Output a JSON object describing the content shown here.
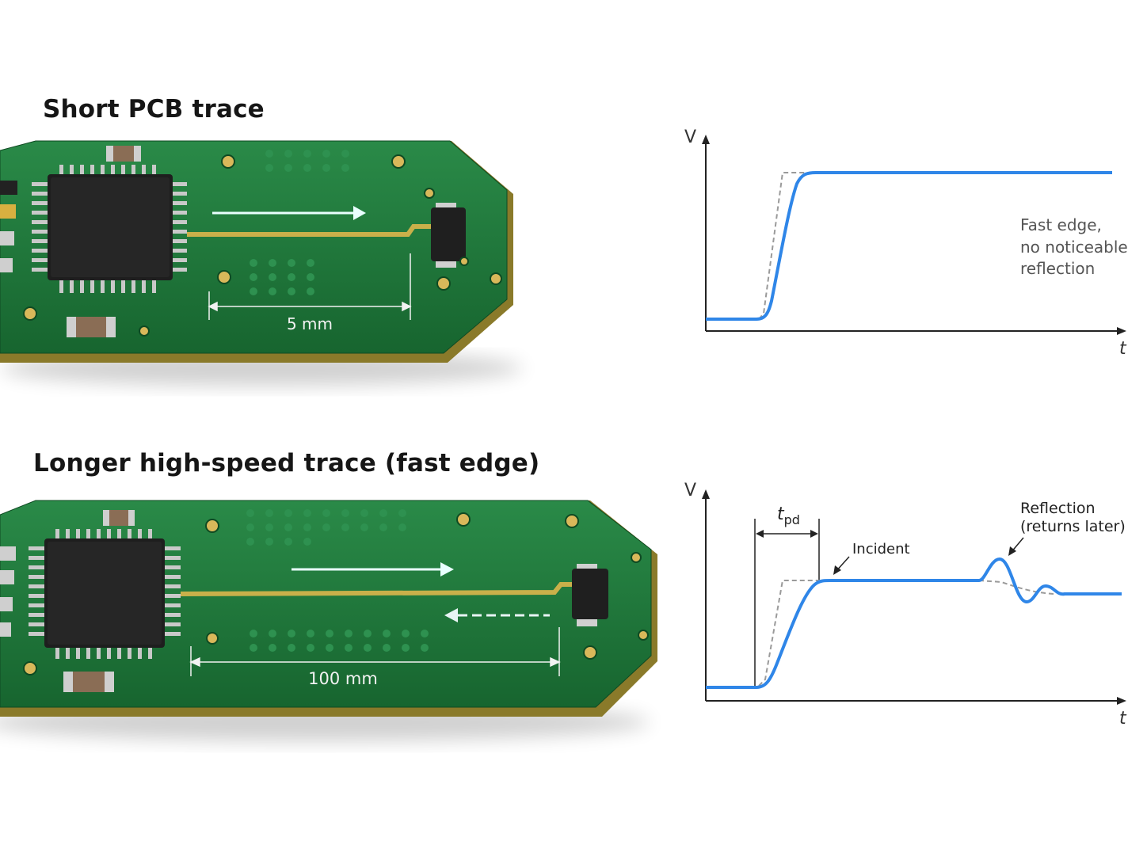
{
  "top": {
    "title": "Short PCB trace",
    "trace_length_label": "5 mm",
    "graph": {
      "y_axis_label": "V",
      "x_axis_label": "t",
      "annotation_lines": [
        "Fast edge,",
        "no noticeable",
        "reflection"
      ]
    }
  },
  "bottom": {
    "title": "Longer high-speed trace (fast edge)",
    "trace_length_label": "100 mm",
    "graph": {
      "y_axis_label": "V",
      "x_axis_label": "t",
      "tpd_main": "t",
      "tpd_sub": "pd",
      "incident_label": "Incident",
      "reflection_lines": [
        "Reflection",
        "(returns later)"
      ]
    }
  },
  "colors": {
    "pcb_green": "#1f7a3c",
    "pcb_dark": "#155a2c",
    "trace_gold": "#c9b04a",
    "signal_blue": "#2f86e8",
    "ideal_dashed": "#9a9a9a"
  }
}
